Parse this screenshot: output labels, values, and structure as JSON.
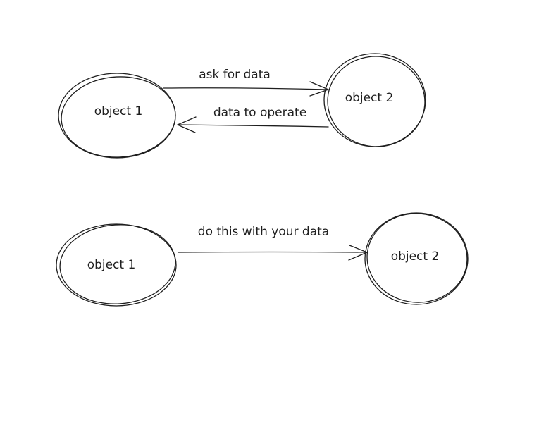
{
  "colors": {
    "background": "#ffffff",
    "stroke": "#1e1e1e"
  },
  "diagram1": {
    "node_left": "object 1",
    "node_right": "object 2",
    "edge_top": "ask for data",
    "edge_bottom": "data to operate"
  },
  "diagram2": {
    "node_left": "object 1",
    "node_right": "object 2",
    "edge": "do this with your data"
  }
}
